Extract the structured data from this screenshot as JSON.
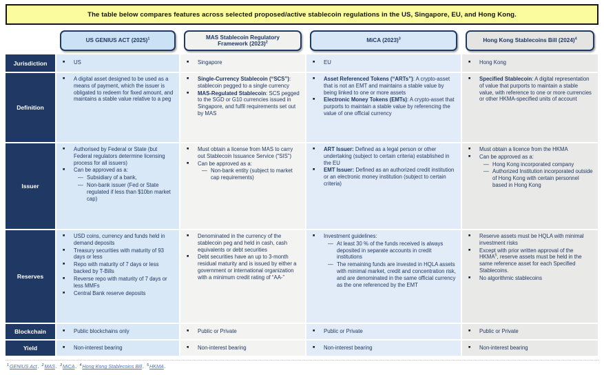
{
  "theme": {
    "navy": "#1f3864",
    "banner_bg": "#fbfc9d",
    "banner_border": "#151515",
    "link": "#4472c4",
    "bullet_glyph": "■",
    "dash_glyph": "—"
  },
  "banner": {
    "text": "The table below compares features across selected proposed/active stablecoin regulations in the US, Singapore, EU, and Hong Kong."
  },
  "columns": [
    {
      "key": "us",
      "title": "US GENIUS ACT (2025)",
      "sup": "1",
      "pill_bg": "#cbe2f6",
      "cell_bg": "#d9e8f7"
    },
    {
      "key": "mas",
      "title": "MAS Stablecoin Regulatory Framework (2023)",
      "sup": "2",
      "pill_bg": "#f1f1f0",
      "cell_bg": "#f3f3f1"
    },
    {
      "key": "mica",
      "title": "MiCA (2023)",
      "sup": "3",
      "pill_bg": "#d7e7f8",
      "cell_bg": "#e2ecf8"
    },
    {
      "key": "hk",
      "title": "Hong Kong Stablecoins Bill (2024)",
      "sup": "4",
      "pill_bg": "#e4e4e3",
      "cell_bg": "#e9e9e7"
    }
  ],
  "rows": [
    {
      "label": "Jurisdiction",
      "center": true,
      "cells": [
        [
          {
            "parts": [
              {
                "t": "US"
              }
            ]
          }
        ],
        [
          {
            "parts": [
              {
                "t": "Singapore"
              }
            ]
          }
        ],
        [
          {
            "parts": [
              {
                "t": "EU"
              }
            ]
          }
        ],
        [
          {
            "parts": [
              {
                "t": "Hong Kong"
              }
            ]
          }
        ]
      ]
    },
    {
      "label": "Definition",
      "center": false,
      "cells": [
        [
          {
            "parts": [
              {
                "t": "A digital asset designed to be used as a means of payment, which the issuer is obligated to redeem for fixed amount, and maintains a stable value relative to a peg"
              }
            ]
          }
        ],
        [
          {
            "parts": [
              {
                "t": "Single-Currency Stablecoin (“SCS”)",
                "b": true
              },
              {
                "t": ": stablecoin pegged to a single currency"
              }
            ]
          },
          {
            "parts": [
              {
                "t": "MAS-Regulated Stablecoin",
                "b": true
              },
              {
                "t": ": SCS pegged to the SGD or G10 currencies issued in Singapore, and fulfil requirements set out by MAS"
              }
            ]
          }
        ],
        [
          {
            "parts": [
              {
                "t": "Asset Referenced Tokens (“ARTs”)",
                "b": true
              },
              {
                "t": ": A crypto-asset that is not an EMT and maintains a stable value by being linked to one or more assets"
              }
            ]
          },
          {
            "parts": [
              {
                "t": "Electronic Money Tokens (EMTs)",
                "b": true
              },
              {
                "t": ": A crypto-asset that purports to maintain a stable value by referencing the value of one official currency"
              }
            ]
          }
        ],
        [
          {
            "parts": [
              {
                "t": "Specified Stablecoin",
                "b": true
              },
              {
                "t": ": A digital representation of value that purports to maintain a stable value, with reference to one or more currencies or other HKMA-specified units of account"
              }
            ]
          }
        ]
      ]
    },
    {
      "label": "Issuer",
      "center": false,
      "cells": [
        [
          {
            "parts": [
              {
                "t": "Authorised by Federal or State (but Federal regulators determine licensing process for all issuers)"
              }
            ]
          },
          {
            "parts": [
              {
                "t": "Can be approved as a:"
              }
            ]
          },
          {
            "indent": 1,
            "parts": [
              {
                "t": "Subsidiary of a bank,"
              }
            ]
          },
          {
            "indent": 1,
            "parts": [
              {
                "t": "Non-bank issuer (Fed or State regulated if less than $10bn market cap)"
              }
            ]
          }
        ],
        [
          {
            "parts": [
              {
                "t": "Must obtain a license from MAS to carry out Stablecoin Issuance Service (“SIS”)"
              }
            ]
          },
          {
            "parts": [
              {
                "t": "Can be approved as a:"
              }
            ]
          },
          {
            "indent": 1,
            "parts": [
              {
                "t": "Non-bank entity (subject to market cap requirements)"
              }
            ]
          }
        ],
        [
          {
            "parts": [
              {
                "t": "ART Issuer:",
                "b": true
              },
              {
                "t": " Defined as a legal person or other undertaking (subject to certain criteria) established in the EU"
              }
            ]
          },
          {
            "parts": [
              {
                "t": "EMT Issuer:",
                "b": true
              },
              {
                "t": " Defined as an authorized credit institution or an electronic money institution (subject to certain criteria)"
              }
            ]
          }
        ],
        [
          {
            "parts": [
              {
                "t": "Must obtain a licence from the HKMA"
              }
            ]
          },
          {
            "parts": [
              {
                "t": "Can be approved as a:"
              }
            ]
          },
          {
            "indent": 1,
            "parts": [
              {
                "t": "Hong Kong incorporated company"
              }
            ]
          },
          {
            "indent": 1,
            "parts": [
              {
                "t": "Authorized Institution incorporated outside of Hong Kong with certain personnel based in Hong Kong"
              }
            ]
          }
        ]
      ]
    },
    {
      "label": "Reserves",
      "center": false,
      "cells": [
        [
          {
            "parts": [
              {
                "t": "USD coins, currency and funds held in demand deposits"
              }
            ]
          },
          {
            "parts": [
              {
                "t": "Treasury securities with maturity of 93 days or less"
              }
            ]
          },
          {
            "parts": [
              {
                "t": "Repo with maturity of 7 days or less backed by T-Bills"
              }
            ]
          },
          {
            "parts": [
              {
                "t": "Reverse repo with maturity of 7 days or less MMFs"
              }
            ]
          },
          {
            "parts": [
              {
                "t": "Central Bank reserve deposits"
              }
            ]
          }
        ],
        [
          {
            "parts": [
              {
                "t": "Denominated in the currency of the stablecoin peg and held in cash, cash equivalents or debt securities"
              }
            ]
          },
          {
            "parts": [
              {
                "t": "Debt securities have an up to 3-month residual maturity and is issued by either a government or international organization with a minimum credit rating of “AA-”"
              }
            ]
          }
        ],
        [
          {
            "parts": [
              {
                "t": "Investment guidelines:"
              }
            ]
          },
          {
            "indent": 1,
            "parts": [
              {
                "t": "At least 30 % of the funds received is always deposited in separate accounts in credit institutions"
              }
            ]
          },
          {
            "indent": 1,
            "parts": [
              {
                "t": "The remaining funds are invested in HQLA assets with minimal market, credit and concentration risk, and are denominated in the same official currency as the one referenced by the EMT"
              }
            ]
          }
        ],
        [
          {
            "parts": [
              {
                "t": "Reserve assets must be HQLA with minimal investment risks"
              }
            ]
          },
          {
            "parts": [
              {
                "t": "Except with prior written approval of the HKMA"
              },
              {
                "t": "5",
                "sup": true
              },
              {
                "t": ", reserve assets must be held in the same reference asset for each Specified Stablecoins."
              }
            ]
          },
          {
            "parts": [
              {
                "t": "No algorithmic stablecoins"
              }
            ]
          }
        ]
      ]
    },
    {
      "label": "Blockchain",
      "center": true,
      "cells": [
        [
          {
            "parts": [
              {
                "t": "Public blockchains only"
              }
            ]
          }
        ],
        [
          {
            "parts": [
              {
                "t": "Public or Private"
              }
            ]
          }
        ],
        [
          {
            "parts": [
              {
                "t": "Public or Private"
              }
            ]
          }
        ],
        [
          {
            "parts": [
              {
                "t": "Public or Private"
              }
            ]
          }
        ]
      ]
    },
    {
      "label": "Yield",
      "center": true,
      "cells": [
        [
          {
            "parts": [
              {
                "t": "Non-interest bearing"
              }
            ]
          }
        ],
        [
          {
            "parts": [
              {
                "t": "Non-interest bearing"
              }
            ]
          }
        ],
        [
          {
            "parts": [
              {
                "t": "Non-interest bearing"
              }
            ]
          }
        ],
        [
          {
            "parts": [
              {
                "t": "Non-interest bearing"
              }
            ]
          }
        ]
      ]
    }
  ],
  "footnotes": [
    {
      "sup": "1",
      "label": "GENIUS Act",
      "suffix": "."
    },
    {
      "sup": "2",
      "label": "MAS",
      "suffix": "."
    },
    {
      "sup": "3",
      "label": "MiCA",
      "suffix": "."
    },
    {
      "sup": "4",
      "label": "Hong Kong Stablecoins Bill",
      "suffix": "."
    },
    {
      "sup": "5",
      "label": "HKMA",
      "suffix": "."
    }
  ]
}
